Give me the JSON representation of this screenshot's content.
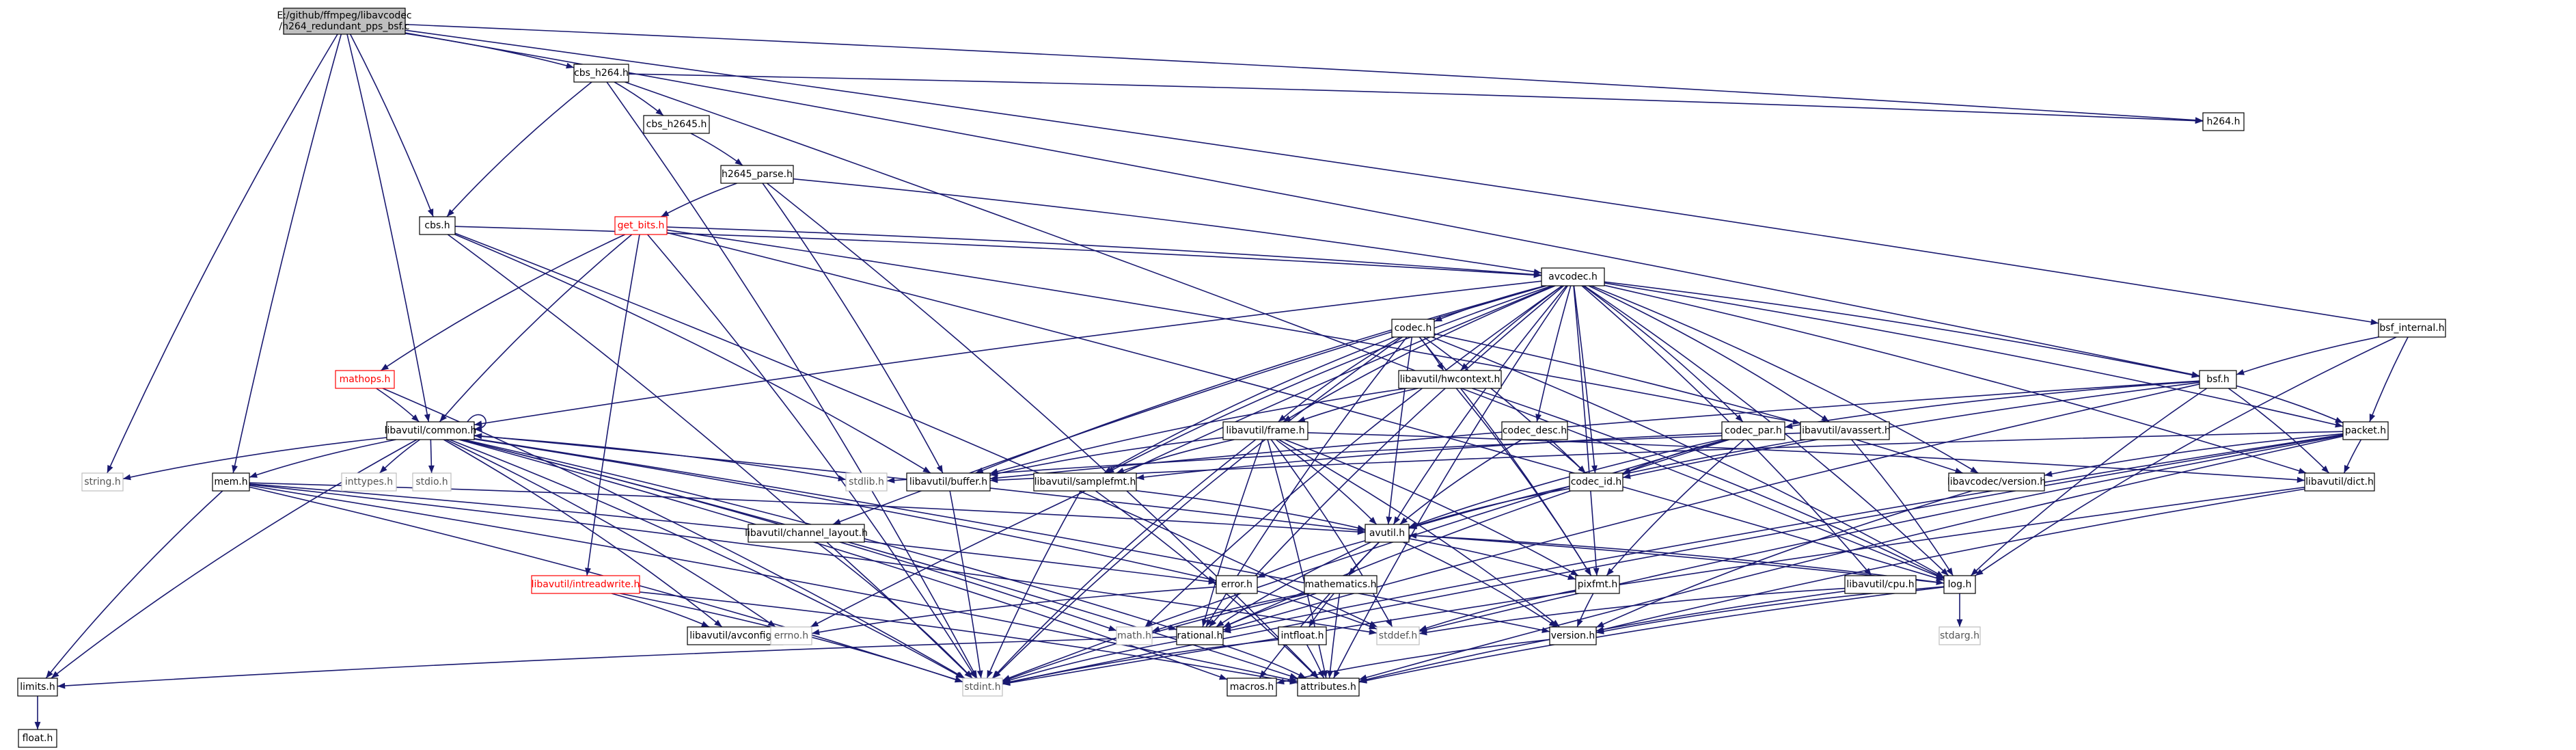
{
  "diagram": {
    "nodes": [
      {
        "id": "root",
        "label": "E:/github/ffmpeg/libavcodec\n/h264_redundant_pps_bsf.c",
        "style": "root"
      },
      {
        "id": "cbs_h264",
        "label": "cbs_h264.h",
        "style": "normal"
      },
      {
        "id": "cbs_h2645",
        "label": "cbs_h2645.h",
        "style": "normal"
      },
      {
        "id": "h2645_parse",
        "label": "h2645_parse.h",
        "style": "normal"
      },
      {
        "id": "cbs",
        "label": "cbs.h",
        "style": "normal"
      },
      {
        "id": "get_bits",
        "label": "get_bits.h",
        "style": "red"
      },
      {
        "id": "h264",
        "label": "h264.h",
        "style": "normal"
      },
      {
        "id": "avcodec",
        "label": "avcodec.h",
        "style": "normal"
      },
      {
        "id": "codec",
        "label": "codec.h",
        "style": "normal"
      },
      {
        "id": "bsf_internal",
        "label": "bsf_internal.h",
        "style": "normal"
      },
      {
        "id": "bsf",
        "label": "bsf.h",
        "style": "normal"
      },
      {
        "id": "mathops",
        "label": "mathops.h",
        "style": "red"
      },
      {
        "id": "hwcontext",
        "label": "libavutil/hwcontext.h",
        "style": "normal"
      },
      {
        "id": "frame",
        "label": "libavutil/frame.h",
        "style": "normal"
      },
      {
        "id": "codec_desc",
        "label": "codec_desc.h",
        "style": "normal"
      },
      {
        "id": "codec_par",
        "label": "codec_par.h",
        "style": "normal"
      },
      {
        "id": "avassert",
        "label": "libavutil/avassert.h",
        "style": "normal"
      },
      {
        "id": "packet",
        "label": "packet.h",
        "style": "normal"
      },
      {
        "id": "common",
        "label": "libavutil/common.h",
        "style": "normal"
      },
      {
        "id": "string",
        "label": "string.h",
        "style": "ext"
      },
      {
        "id": "mem",
        "label": "mem.h",
        "style": "normal"
      },
      {
        "id": "inttypes",
        "label": "inttypes.h",
        "style": "ext"
      },
      {
        "id": "stdio",
        "label": "stdio.h",
        "style": "ext"
      },
      {
        "id": "stdlib",
        "label": "stdlib.h",
        "style": "ext"
      },
      {
        "id": "buffer",
        "label": "libavutil/buffer.h",
        "style": "normal"
      },
      {
        "id": "samplefmt",
        "label": "libavutil/samplefmt.h",
        "style": "normal"
      },
      {
        "id": "codec_id",
        "label": "codec_id.h",
        "style": "normal"
      },
      {
        "id": "version_codec",
        "label": "libavcodec/version.h",
        "style": "normal"
      },
      {
        "id": "dict",
        "label": "libavutil/dict.h",
        "style": "normal"
      },
      {
        "id": "channel_layout",
        "label": "libavutil/channel_layout.h",
        "style": "normal"
      },
      {
        "id": "avutil",
        "label": "avutil.h",
        "style": "normal"
      },
      {
        "id": "intreadwrite",
        "label": "libavutil/intreadwrite.h",
        "style": "red"
      },
      {
        "id": "error",
        "label": "error.h",
        "style": "normal"
      },
      {
        "id": "mathematics",
        "label": "mathematics.h",
        "style": "normal"
      },
      {
        "id": "pixfmt",
        "label": "pixfmt.h",
        "style": "normal"
      },
      {
        "id": "cpu",
        "label": "libavutil/cpu.h",
        "style": "normal"
      },
      {
        "id": "log",
        "label": "log.h",
        "style": "normal"
      },
      {
        "id": "avconfig",
        "label": "libavutil/avconfig.h",
        "style": "normal"
      },
      {
        "id": "errno",
        "label": "errno.h",
        "style": "ext"
      },
      {
        "id": "math",
        "label": "math.h",
        "style": "ext"
      },
      {
        "id": "rational",
        "label": "rational.h",
        "style": "normal"
      },
      {
        "id": "intfloat",
        "label": "intfloat.h",
        "style": "normal"
      },
      {
        "id": "stddef",
        "label": "stddef.h",
        "style": "ext"
      },
      {
        "id": "version",
        "label": "version.h",
        "style": "normal"
      },
      {
        "id": "stdarg",
        "label": "stdarg.h",
        "style": "ext"
      },
      {
        "id": "limits",
        "label": "limits.h",
        "style": "normal"
      },
      {
        "id": "stdint",
        "label": "stdint.h",
        "style": "ext"
      },
      {
        "id": "macros",
        "label": "macros.h",
        "style": "normal"
      },
      {
        "id": "attributes",
        "label": "attributes.h",
        "style": "normal"
      },
      {
        "id": "float",
        "label": "float.h",
        "style": "normal"
      }
    ],
    "edges": [
      [
        "root",
        "cbs_h264"
      ],
      [
        "root",
        "string"
      ],
      [
        "root",
        "mem"
      ],
      [
        "root",
        "common"
      ],
      [
        "root",
        "cbs"
      ],
      [
        "root",
        "bsf"
      ],
      [
        "root",
        "bsf_internal"
      ],
      [
        "root",
        "h264"
      ],
      [
        "cbs_h264",
        "cbs_h2645"
      ],
      [
        "cbs_h264",
        "cbs"
      ],
      [
        "cbs_h264",
        "h264"
      ],
      [
        "cbs_h264",
        "stdint"
      ],
      [
        "cbs_h264",
        "log"
      ],
      [
        "cbs_h2645",
        "h2645_parse"
      ],
      [
        "h2645_parse",
        "get_bits"
      ],
      [
        "h2645_parse",
        "avcodec"
      ],
      [
        "h2645_parse",
        "buffer"
      ],
      [
        "h2645_parse",
        "attributes"
      ],
      [
        "cbs",
        "avcodec"
      ],
      [
        "cbs",
        "buffer"
      ],
      [
        "cbs",
        "stdint"
      ],
      [
        "cbs",
        "stddef"
      ],
      [
        "get_bits",
        "avcodec"
      ],
      [
        "get_bits",
        "mathops"
      ],
      [
        "get_bits",
        "common"
      ],
      [
        "get_bits",
        "intreadwrite"
      ],
      [
        "get_bits",
        "stdint"
      ],
      [
        "get_bits",
        "avassert"
      ],
      [
        "get_bits",
        "log"
      ],
      [
        "avcodec",
        "codec"
      ],
      [
        "avcodec",
        "hwcontext"
      ],
      [
        "avcodec",
        "frame"
      ],
      [
        "avcodec",
        "codec_desc"
      ],
      [
        "avcodec",
        "codec_par"
      ],
      [
        "avcodec",
        "avassert"
      ],
      [
        "avcodec",
        "packet"
      ],
      [
        "avcodec",
        "bsf"
      ],
      [
        "avcodec",
        "buffer"
      ],
      [
        "avcodec",
        "samplefmt"
      ],
      [
        "avcodec",
        "codec_id"
      ],
      [
        "avcodec",
        "version_codec"
      ],
      [
        "avcodec",
        "dict"
      ],
      [
        "avcodec",
        "channel_layout"
      ],
      [
        "avcodec",
        "avutil"
      ],
      [
        "avcodec",
        "errno"
      ],
      [
        "avcodec",
        "pixfmt"
      ],
      [
        "avcodec",
        "cpu"
      ],
      [
        "avcodec",
        "log"
      ],
      [
        "avcodec",
        "attributes"
      ],
      [
        "avcodec",
        "rational"
      ],
      [
        "avcodec",
        "common"
      ],
      [
        "avcodec",
        "math"
      ],
      [
        "codec",
        "hwcontext"
      ],
      [
        "codec",
        "frame"
      ],
      [
        "codec",
        "samplefmt"
      ],
      [
        "codec",
        "codec_id"
      ],
      [
        "codec",
        "version_codec"
      ],
      [
        "codec",
        "avutil"
      ],
      [
        "codec",
        "pixfmt"
      ],
      [
        "codec",
        "log"
      ],
      [
        "codec",
        "rational"
      ],
      [
        "codec",
        "stdint"
      ],
      [
        "bsf_internal",
        "bsf"
      ],
      [
        "bsf_internal",
        "packet"
      ],
      [
        "bsf_internal",
        "log"
      ],
      [
        "bsf",
        "codec_id"
      ],
      [
        "bsf",
        "codec_par"
      ],
      [
        "bsf",
        "packet"
      ],
      [
        "bsf",
        "dict"
      ],
      [
        "bsf",
        "log"
      ],
      [
        "bsf",
        "rational"
      ],
      [
        "bsf",
        "buffer"
      ],
      [
        "mathops",
        "common"
      ],
      [
        "mathops",
        "stdint"
      ],
      [
        "hwcontext",
        "buffer"
      ],
      [
        "hwcontext",
        "frame"
      ],
      [
        "hwcontext",
        "pixfmt"
      ],
      [
        "hwcontext",
        "log"
      ],
      [
        "frame",
        "buffer"
      ],
      [
        "frame",
        "samplefmt"
      ],
      [
        "frame",
        "dict"
      ],
      [
        "frame",
        "avutil"
      ],
      [
        "frame",
        "rational"
      ],
      [
        "frame",
        "pixfmt"
      ],
      [
        "frame",
        "stddef"
      ],
      [
        "frame",
        "stdint"
      ],
      [
        "frame",
        "version"
      ],
      [
        "frame",
        "attributes"
      ],
      [
        "codec_desc",
        "avutil"
      ],
      [
        "codec_desc",
        "codec_id"
      ],
      [
        "codec_par",
        "avutil"
      ],
      [
        "codec_par",
        "codec_id"
      ],
      [
        "codec_par",
        "pixfmt"
      ],
      [
        "codec_par",
        "rational"
      ],
      [
        "codec_par",
        "samplefmt"
      ],
      [
        "codec_par",
        "stdint"
      ],
      [
        "avassert",
        "avutil"
      ],
      [
        "avassert",
        "log"
      ],
      [
        "avassert",
        "stdlib"
      ],
      [
        "packet",
        "buffer"
      ],
      [
        "packet",
        "dict"
      ],
      [
        "packet",
        "version_codec"
      ],
      [
        "packet",
        "attributes"
      ],
      [
        "packet",
        "rational"
      ],
      [
        "packet",
        "stddef"
      ],
      [
        "packet",
        "stdint"
      ],
      [
        "common",
        "common"
      ],
      [
        "common",
        "string"
      ],
      [
        "common",
        "mem"
      ],
      [
        "common",
        "inttypes"
      ],
      [
        "common",
        "stdio"
      ],
      [
        "common",
        "stdlib"
      ],
      [
        "common",
        "avconfig"
      ],
      [
        "common",
        "attributes"
      ],
      [
        "common",
        "macros"
      ],
      [
        "common",
        "limits"
      ],
      [
        "common",
        "math"
      ],
      [
        "common",
        "errno"
      ],
      [
        "common",
        "stdint"
      ],
      [
        "common",
        "error"
      ],
      [
        "common",
        "version"
      ],
      [
        "common",
        "rational"
      ],
      [
        "mem",
        "limits"
      ],
      [
        "mem",
        "stdint"
      ],
      [
        "mem",
        "attributes"
      ],
      [
        "mem",
        "avutil"
      ],
      [
        "mem",
        "error"
      ],
      [
        "mem",
        "stddef"
      ],
      [
        "buffer",
        "stdint"
      ],
      [
        "samplefmt",
        "avutil"
      ],
      [
        "samplefmt",
        "attributes"
      ],
      [
        "samplefmt",
        "stdint"
      ],
      [
        "codec_id",
        "avutil"
      ],
      [
        "version_codec",
        "version"
      ],
      [
        "dict",
        "stdint"
      ],
      [
        "dict",
        "version"
      ],
      [
        "channel_layout",
        "stdint"
      ],
      [
        "avutil",
        "common"
      ],
      [
        "avutil",
        "error"
      ],
      [
        "avutil",
        "mathematics"
      ],
      [
        "avutil",
        "rational"
      ],
      [
        "avutil",
        "version"
      ],
      [
        "avutil",
        "macros"
      ],
      [
        "avutil",
        "pixfmt"
      ],
      [
        "avutil",
        "log"
      ],
      [
        "intreadwrite",
        "avconfig"
      ],
      [
        "intreadwrite",
        "attributes"
      ],
      [
        "intreadwrite",
        "stdint"
      ],
      [
        "error",
        "errno"
      ],
      [
        "error",
        "stddef"
      ],
      [
        "mathematics",
        "stdint"
      ],
      [
        "mathematics",
        "math"
      ],
      [
        "mathematics",
        "attributes"
      ],
      [
        "mathematics",
        "rational"
      ],
      [
        "mathematics",
        "intfloat"
      ],
      [
        "pixfmt",
        "version"
      ],
      [
        "pixfmt",
        "stddef"
      ],
      [
        "cpu",
        "attributes"
      ],
      [
        "cpu",
        "stddef"
      ],
      [
        "log",
        "stdarg"
      ],
      [
        "log",
        "attributes"
      ],
      [
        "log",
        "avutil"
      ],
      [
        "log",
        "version"
      ],
      [
        "rational",
        "stdint"
      ],
      [
        "rational",
        "limits"
      ],
      [
        "rational",
        "attributes"
      ],
      [
        "intfloat",
        "stdint"
      ],
      [
        "intfloat",
        "attributes"
      ],
      [
        "version",
        "macros"
      ],
      [
        "limits",
        "float"
      ]
    ]
  }
}
